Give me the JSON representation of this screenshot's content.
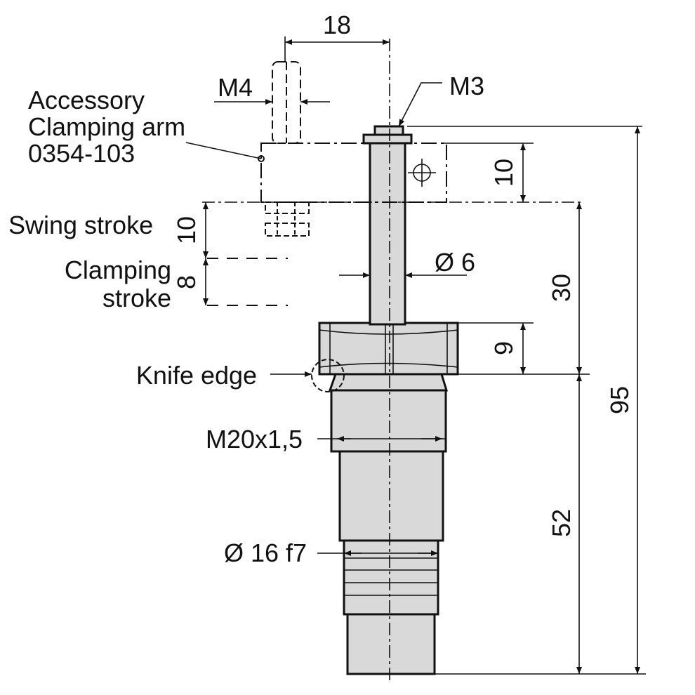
{
  "labels": {
    "accessory_line1": "Accessory",
    "accessory_line2": "Clamping arm",
    "accessory_line3": "0354-103",
    "swing_stroke": "Swing stroke",
    "clamping_line1": "Clamping",
    "clamping_line2": "stroke",
    "knife_edge": "Knife edge",
    "thread_m20": "M20x1,5",
    "diameter_16": "Ø 16 f7",
    "diameter_6": "Ø 6",
    "thread_m4": "M4",
    "thread_m3": "M3"
  },
  "dimensions": {
    "top_width": "18",
    "head_height": "10",
    "swing_stroke": "10",
    "clamping_stroke": "8",
    "rod_length": "30",
    "nut_height": "9",
    "overall_height": "95",
    "lower_length": "52"
  },
  "colors": {
    "line": "#111111",
    "part_fill": "#d9d9d9",
    "background": "#ffffff"
  }
}
